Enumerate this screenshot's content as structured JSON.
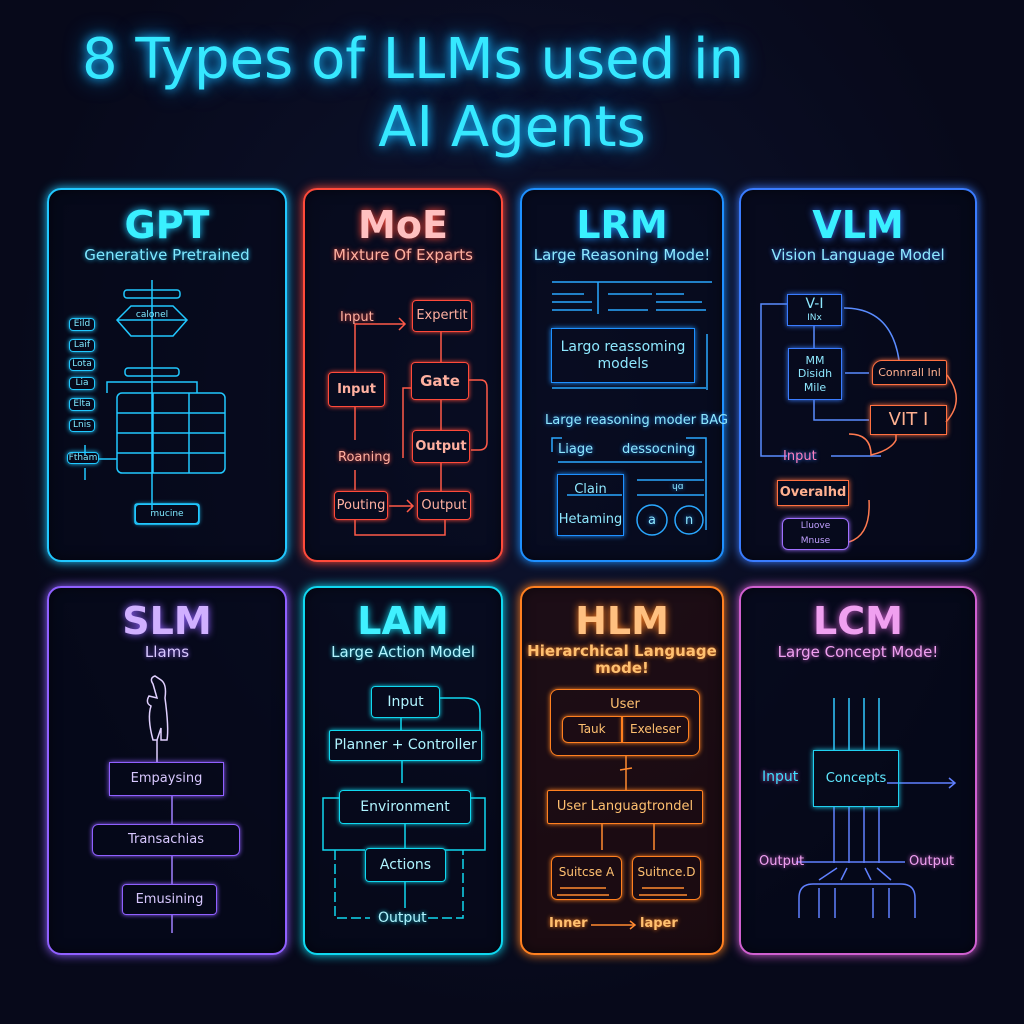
{
  "title": {
    "line1": "8 Types of LLMs used in",
    "line2": "AI Agents"
  },
  "colors": {
    "gpt": "#2fd8ff",
    "moe": "#ff5a48",
    "lrm": "#2aa8ff",
    "vlm": "#3a8cff",
    "slm": "#a880ff",
    "lam": "#20e0f0",
    "hlm": "#ff8a30",
    "lcm": "#e070e0"
  },
  "cards": {
    "gpt": {
      "name": "GPT",
      "subtitle": "Generative Pretrained",
      "center": "calonel",
      "bottom": "mucine",
      "side": [
        "Eild",
        "Laif",
        "Lota",
        "Lia",
        "Elta",
        "Lnis",
        "Ftham"
      ]
    },
    "moe": {
      "name": "MoE",
      "subtitle": "Mixture Of Exparts",
      "input_text": "Input",
      "expert": "Expertit",
      "input_box": "Input",
      "gate": "Gate",
      "output1": "Output",
      "roaning": "Roaning",
      "pouting": "Pouting",
      "output2": "Output"
    },
    "lrm": {
      "name": "LRM",
      "subtitle": "Large Reasoning Mode!",
      "box": "Largo reassoming models",
      "caption": "Large reasoning moder BAG",
      "liage": "Liage",
      "dessocning": "dessocning",
      "clain": "Clain",
      "hetaming": "Hetaming",
      "glyph": "ɥɑ",
      "circle1": "a",
      "circle2": "n"
    },
    "vlm": {
      "name": "VLM",
      "subtitle": "Vision Language Model",
      "top_box": "V-I",
      "top_sub": "INx",
      "mm1": "MM",
      "mm2": "Disidh",
      "mm3": "Mile",
      "connrall": "Connrall Inl",
      "vit": "VIT I",
      "input": "Input",
      "overalhd": "Overalhd",
      "lluove": "Lluove",
      "mnuse": "Mnuse"
    },
    "slm": {
      "name": "SLM",
      "subtitle": "Llams",
      "step1": "Empaysing",
      "step2": "Transachias",
      "step3": "Emusining"
    },
    "lam": {
      "name": "LAM",
      "subtitle": "Large Action Model",
      "input": "Input",
      "planner": "Planner + Controller",
      "environment": "Environment",
      "actions": "Actions",
      "output": "Output"
    },
    "hlm": {
      "name": "HLM",
      "subtitle1": "Hierarchical Language",
      "subtitle2": "mode!",
      "user": "User",
      "task": "Tauk",
      "exeleser": "Exeleser",
      "ulm": "User Languagtrondel",
      "suitA": "Suitcse A",
      "suitD": "Suitnce.D",
      "inner": "Inner",
      "laper": "laper"
    },
    "lcm": {
      "name": "LCM",
      "subtitle": "Large Concept Mode!",
      "input": "Input",
      "concepts": "Concepts",
      "output_left": "Output",
      "output_right": "Output"
    }
  }
}
